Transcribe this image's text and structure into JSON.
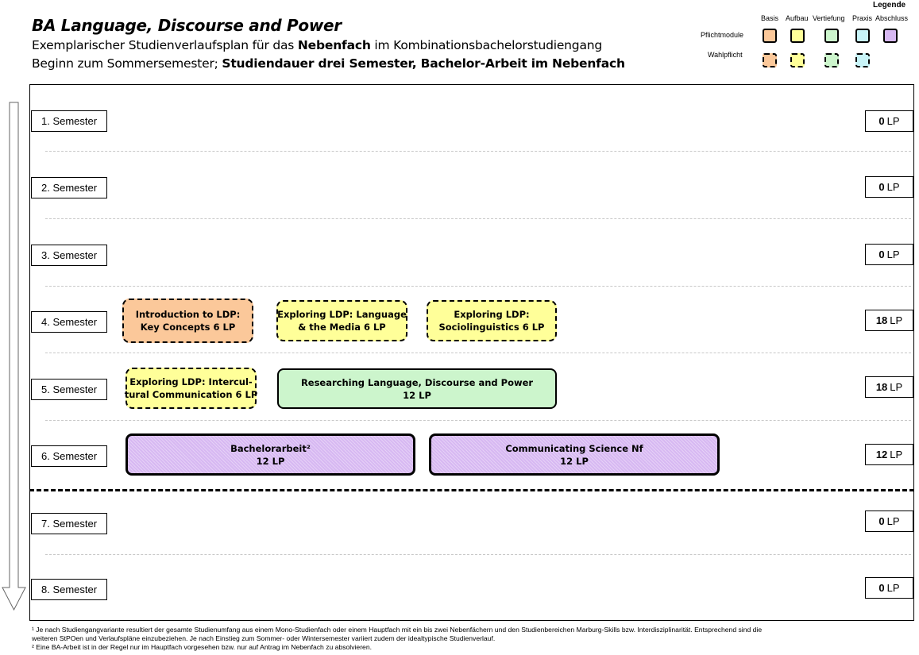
{
  "header": {
    "title": "BA Language, Discourse and Power",
    "subtitle1_pre": "Exemplarischer Studienverlaufsplan für das ",
    "subtitle1_bold": "Nebenfach",
    "subtitle1_post": " im Kombinationsbachelorstudiengang",
    "subtitle2_pre": "Beginn zum Sommersemester; ",
    "subtitle2_bold": "Studiendauer drei Semester, Bachelor-Arbeit im Nebenfach"
  },
  "legend": {
    "title": "Legende",
    "columns": [
      "Basis",
      "Aufbau",
      "Vertiefung",
      "Praxis",
      "Abschluss"
    ],
    "row_required": "Pflichtmodule",
    "row_elective": "Wahlpflicht",
    "colors": {
      "Basis": "#fbc89a",
      "Aufbau": "#ffff99",
      "Vertiefung": "#ccf5cc",
      "Praxis": "#c8f4f8",
      "Abschluss": "#d7b8f2"
    }
  },
  "semesters": [
    {
      "label": "1. Semester",
      "lp": "0",
      "unit": "LP"
    },
    {
      "label": "2. Semester",
      "lp": "0",
      "unit": "LP"
    },
    {
      "label": "3. Semester",
      "lp": "0",
      "unit": "LP"
    },
    {
      "label": "4. Semester",
      "lp": "18",
      "unit": "LP"
    },
    {
      "label": "5. Semester",
      "lp": "18",
      "unit": "LP"
    },
    {
      "label": "6. Semester",
      "lp": "12",
      "unit": "LP"
    },
    {
      "label": "7. Semester",
      "lp": "0",
      "unit": "LP"
    },
    {
      "label": "8. Semester",
      "lp": "0",
      "unit": "LP"
    }
  ],
  "modules": [
    {
      "line1": "Introduction to LDP:",
      "line2": "Key Concepts 6 LP",
      "category": "Basis",
      "type": "Wahlpflicht",
      "semester": "4. Semester",
      "color": "#fbc89a"
    },
    {
      "line1": "Exploring LDP: Language",
      "line2": "& the Media 6 LP",
      "category": "Aufbau",
      "type": "Wahlpflicht",
      "semester": "4. Semester",
      "color": "#ffff99"
    },
    {
      "line1": "Exploring LDP:",
      "line2": "Sociolinguistics 6 LP",
      "category": "Aufbau",
      "type": "Wahlpflicht",
      "semester": "4. Semester",
      "color": "#ffff99"
    },
    {
      "line1": "Exploring LDP: Intercul-",
      "line2": "tural Communication 6 LP",
      "category": "Aufbau",
      "type": "Wahlpflicht",
      "semester": "5. Semester",
      "color": "#ffff99"
    },
    {
      "line1": "Researching Language, Discourse and Power",
      "line2": "12 LP",
      "category": "Vertiefung",
      "type": "Pflichtmodule",
      "semester": "5. Semester",
      "color": "#ccf5cc"
    },
    {
      "line1": "Bachelorarbeit²",
      "line2": "12 LP",
      "category": "Abschluss",
      "type": "Pflichtmodule",
      "semester": "6. Semester",
      "color": "#d7b8f2"
    },
    {
      "line1": "Communicating Science Nf",
      "line2": "12 LP",
      "category": "Abschluss",
      "type": "Pflichtmodule",
      "semester": "6. Semester",
      "color": "#d7b8f2"
    }
  ],
  "footnotes": {
    "note1_line1": "¹ Je nach Studiengangvariante resultiert der gesamte Studienumfang aus einem Mono-Studienfach oder einem Hauptfach mit ein bis zwei Nebenfächern und den Studienbereichen Marburg-Skills bzw. Interdisziplinarität. Entsprechend sind die",
    "note1_line2": "weiteren StPOen und Verlaufspläne einzubeziehen. Je nach Einstieg zum Sommer- oder Wintersemester variiert zudem der idealtypische Studienverlauf.",
    "note2": "² Eine BA-Arbeit ist in der Regel nur im Hauptfach vorgesehen bzw. nur auf Antrag im Nebenfach zu absolvieren."
  }
}
